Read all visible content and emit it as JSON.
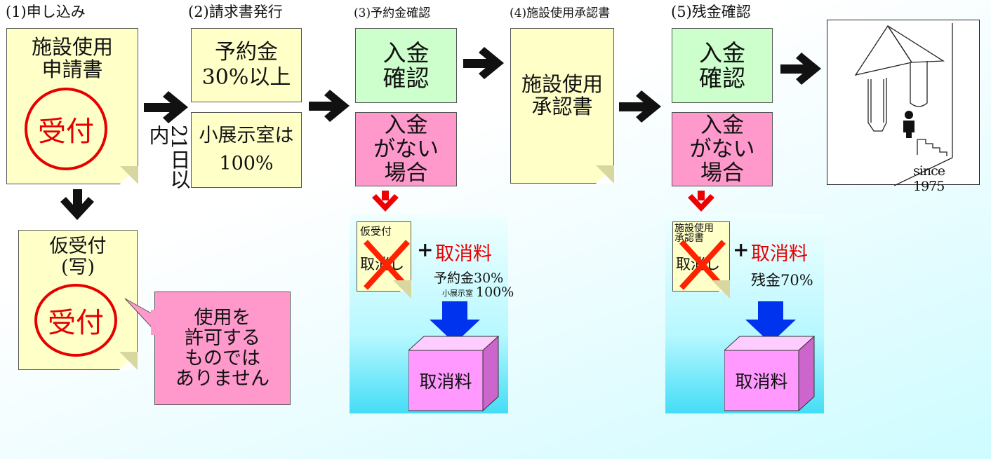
{
  "steps": {
    "s1": {
      "header": "(1)申し込み",
      "doc": "施設使用\n申請書",
      "stamp": "受付"
    },
    "s2": {
      "header": "(2)請求書発行",
      "deposit": "予約金\n30%以上",
      "small_room": "小展示室は\n100%",
      "days": "21日以内"
    },
    "s3": {
      "header": "(3)予約金確認",
      "confirm": "入金\n確認",
      "unpaid": "入金\nがない\n場合"
    },
    "s4": {
      "header": "(4)施設使用承認書",
      "doc": "施設使用\n承認書"
    },
    "s5": {
      "header": "(5)残金確認",
      "confirm": "入金\n確認",
      "unpaid": "入金\nがない\n場合"
    }
  },
  "provisional": {
    "doc": "仮受付\n(写)",
    "stamp": "受付",
    "note": "使用を\n許可する\nものでは\nありません"
  },
  "cancel3": {
    "paper": "仮受付",
    "cancel_text": "取消し",
    "plus": "+",
    "fee": "取消料",
    "rate1": "予約金30%",
    "rate2_label": "小展示室",
    "rate2_value": "100%",
    "box": "取消料"
  },
  "cancel5": {
    "paper": "施設使用\n承認書",
    "cancel_text": "取消し",
    "plus": "+",
    "fee": "取消料",
    "rate": "残金70%",
    "box": "取消料"
  },
  "facility": {
    "since": "since 1975"
  },
  "colors": {
    "note": "#ffffc8",
    "green": "#ccffcc",
    "pink": "#ff99cc",
    "stamp_red": "#e60000",
    "arrow_blue": "#0033ee",
    "arrow_red": "#ee0000",
    "box_magenta": "#ff99ff",
    "cross_red": "#ff2200"
  }
}
